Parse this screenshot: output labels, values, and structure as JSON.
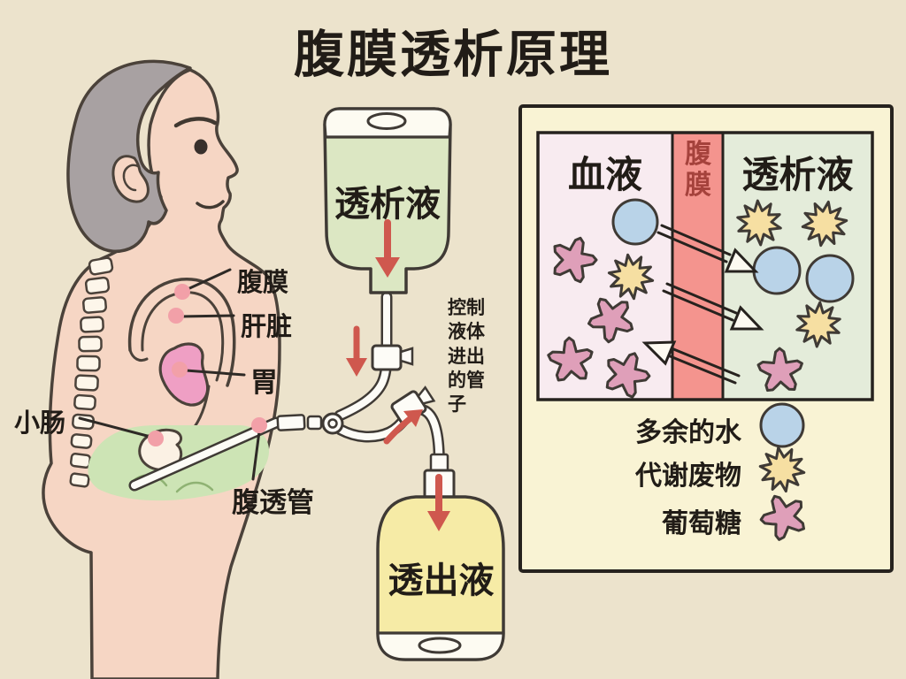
{
  "title": "腹膜透析原理",
  "person": {
    "labels": {
      "peritoneum": "腹膜",
      "liver": "肝脏",
      "stomach": "胃",
      "small_intestine": "小肠",
      "pd_catheter": "腹透管"
    }
  },
  "equipment": {
    "dialysate_bag_label": "透析液",
    "control_tube_note": "控制液体进出的管子",
    "drain_bag_label": "透出液"
  },
  "panel": {
    "blood_label": "血液",
    "membrane_label": "腹膜",
    "dialysate_label": "透析液",
    "legend": [
      {
        "label": "多余的水",
        "icon": "water-circle"
      },
      {
        "label": "代谢废物",
        "icon": "waste-star"
      },
      {
        "label": "葡萄糖",
        "icon": "glucose-flower"
      }
    ]
  },
  "colors": {
    "background": "#ece3cc",
    "panel_bg": "#f9f3d4",
    "blood_bg": "#f8ebf0",
    "membrane": "#f4948e",
    "dialysate_bg": "#e4ecda",
    "water": "#b9d3e8",
    "waste": "#f6dfa2",
    "glucose": "#df9fb9",
    "dialysate_fluid": "#dce7c3",
    "drain_fluid": "#f6eba6",
    "skin": "#f6d6c4",
    "hair": "#a8a1a2",
    "stomach": "#ef9fc4",
    "abdomen_fluid": "#cde4b5",
    "arrow_red": "#cf584e",
    "dot_pink": "#f2a0a8"
  }
}
